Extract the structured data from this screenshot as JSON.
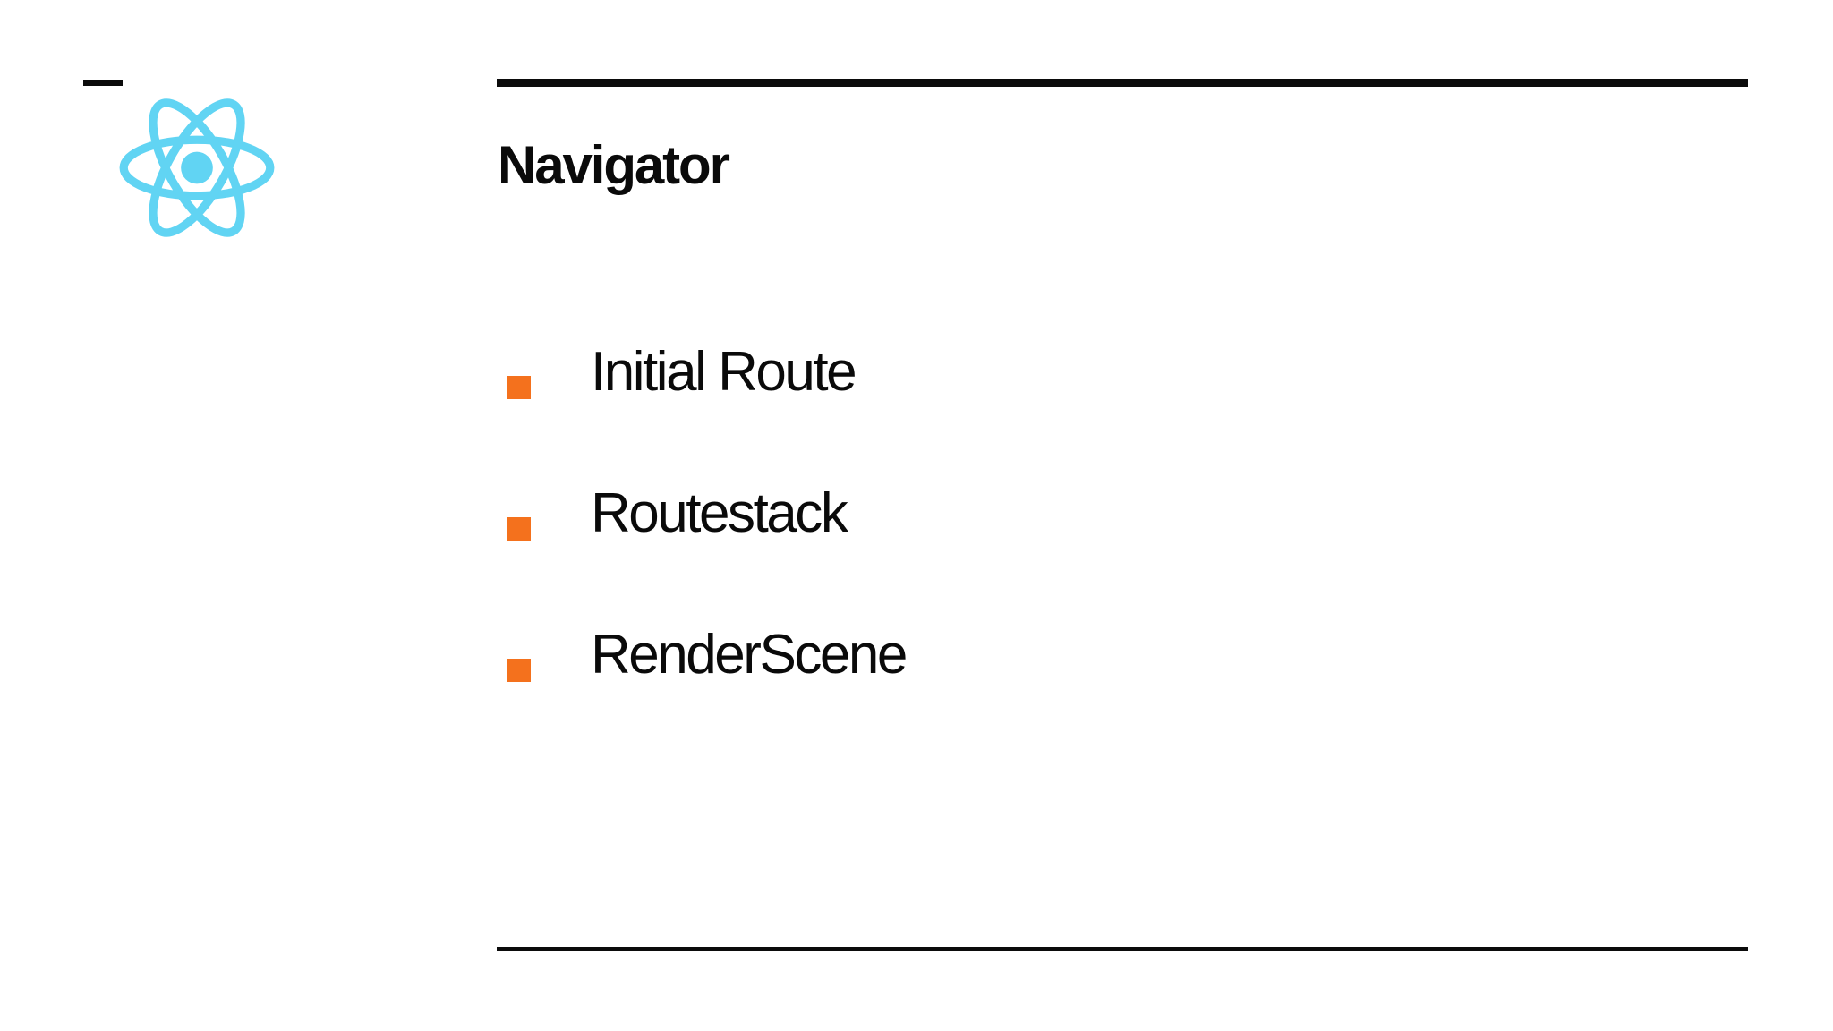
{
  "slide": {
    "title": "Navigator",
    "bullet_list": [
      {
        "label": "Initial Route"
      },
      {
        "label": "Routestack"
      },
      {
        "label": "RenderScene"
      }
    ]
  },
  "icons": {
    "logo": "react-logo"
  },
  "colors": {
    "accent_orange": "#F4711D",
    "react_blue": "#61D4F3",
    "rule_black": "#0B0B0B",
    "text": "#0A0A0A",
    "background": "#FFFFFF"
  }
}
